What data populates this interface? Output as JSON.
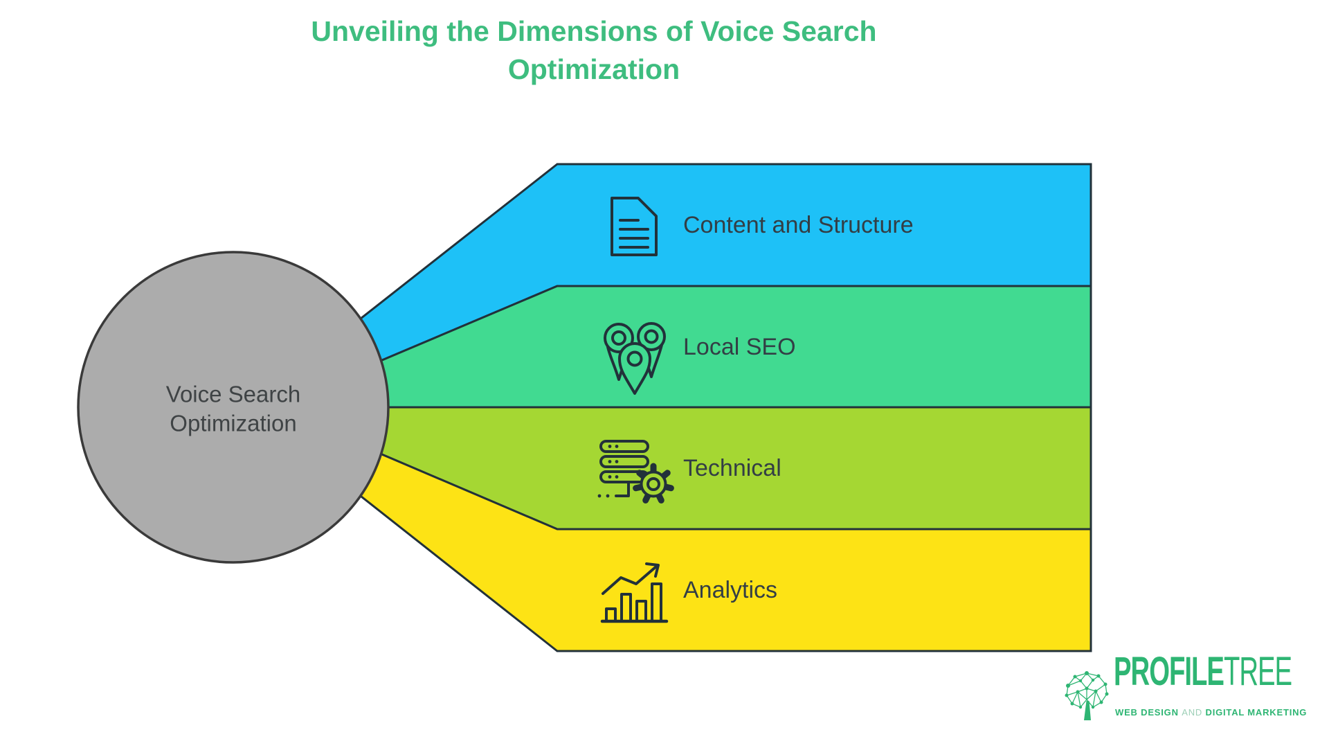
{
  "title": {
    "line1": "Unveiling the Dimensions of Voice Search",
    "line2": "Optimization"
  },
  "center_node": {
    "line1": "Voice Search",
    "line2": "Optimization",
    "fill": "#acacac",
    "border": "#3a3a3a",
    "text_color": "#3f4345"
  },
  "branches": [
    {
      "label": "Content and Structure",
      "color": "#1ec1f7",
      "icon": "document-icon"
    },
    {
      "label": "Local SEO",
      "color": "#41da91",
      "icon": "map-pins-icon"
    },
    {
      "label": "Technical",
      "color": "#a5d733",
      "icon": "server-gear-icon"
    },
    {
      "label": "Analytics",
      "color": "#fde315",
      "icon": "bar-chart-arrow-icon"
    }
  ],
  "branding": {
    "logo_text_bold": "PROFILE",
    "logo_text_light": "TREE",
    "tagline_bold1": "WEB DESIGN",
    "tagline_light": "AND",
    "tagline_bold2": "DIGITAL MARKETING",
    "brand_color": "#2eb573"
  },
  "colors": {
    "title_text": "#3ebd7f",
    "outline": "#22313a",
    "band_label_text": "#333e45",
    "background": "#ffffff"
  }
}
